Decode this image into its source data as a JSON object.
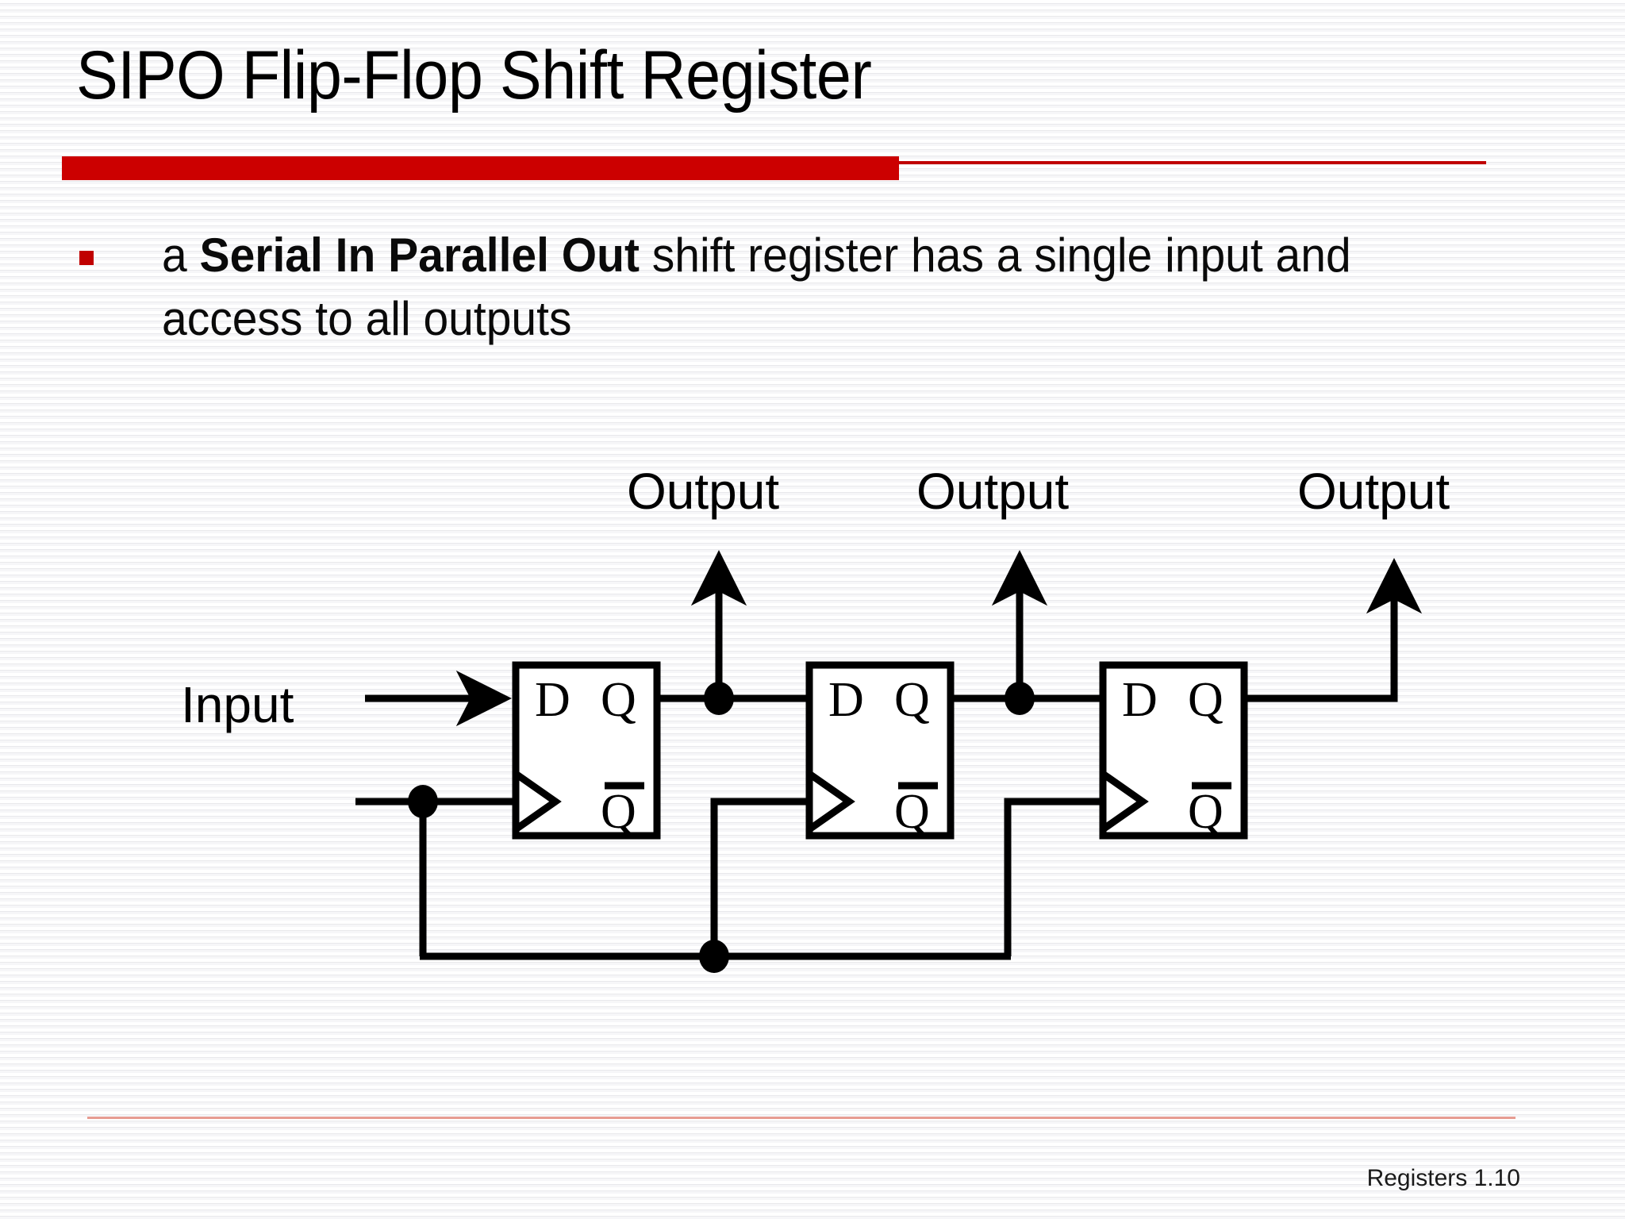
{
  "slide": {
    "title": "SIPO Flip-Flop Shift Register",
    "accent_color": "#CC0000",
    "accent_thin_color": "#C00000",
    "background_color": "#ffffff",
    "footer_rule_color": "#E79C92"
  },
  "bullet": {
    "marker_color": "#C00000",
    "line1_pre": "a ",
    "line1_bold": "Serial In Parallel Out",
    "line1_post": " shift register has a single",
    "line2": "input and access to all outputs",
    "full_text": "a Serial In Parallel Out shift register has a single input and access to all outputs"
  },
  "diagram": {
    "input_label": "Input",
    "outputs": [
      {
        "label": "Output"
      },
      {
        "label": "Output"
      },
      {
        "label": "Output"
      }
    ],
    "flipflops": [
      {
        "d": "D",
        "q": "Q",
        "qbar": "Q",
        "clock": "clock-triangle"
      },
      {
        "d": "D",
        "q": "Q",
        "qbar": "Q",
        "clock": "clock-triangle"
      },
      {
        "d": "D",
        "q": "Q",
        "qbar": "Q",
        "clock": "clock-triangle"
      }
    ],
    "line_color": "#000000",
    "box_fill": "#ffffff"
  },
  "footer": {
    "text": "Registers 1.10"
  }
}
